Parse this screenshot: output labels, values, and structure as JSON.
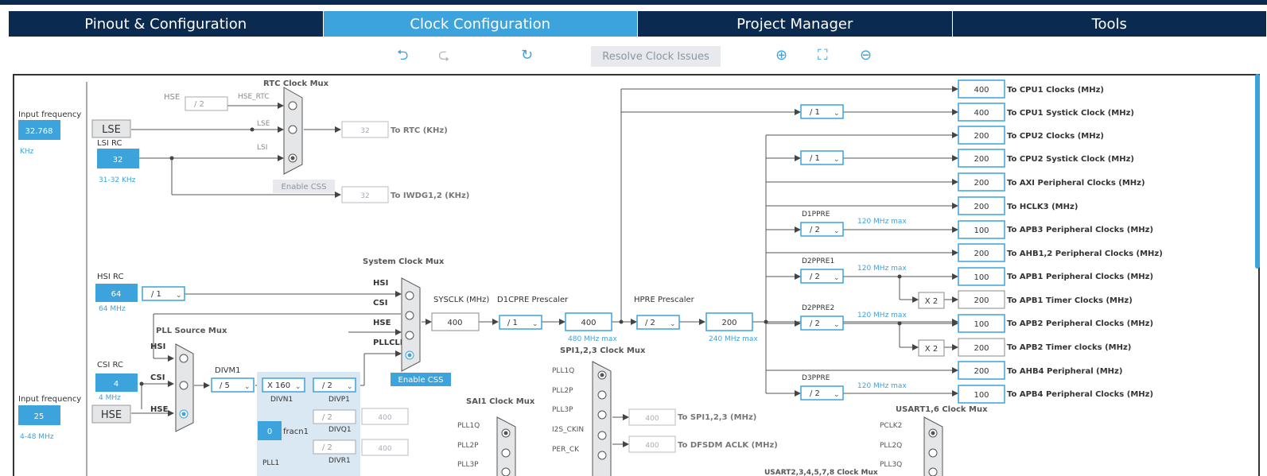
{
  "tabs": [
    {
      "label": "Pinout & Configuration"
    },
    {
      "label": "Clock Configuration"
    },
    {
      "label": "Project Manager"
    },
    {
      "label": "Tools"
    }
  ],
  "toolbar": {
    "undo_icon": "undo-icon",
    "redo_icon": "redo-icon",
    "refresh_icon": "refresh-icon",
    "resolve_label": "Resolve Clock Issues",
    "zoom_in_icon": "zoom-in-icon",
    "fit_icon": "fit-icon",
    "zoom_out_icon": "zoom-out-icon"
  },
  "colors": {
    "nav": "#0b2a50",
    "accent": "#3ca3dc",
    "disabled": "#e7e9ec"
  },
  "diagram": {
    "lse": {
      "input_label": "Input frequency",
      "value": "32.768",
      "unit": "KHz",
      "block": "LSE"
    },
    "lsi": {
      "label": "LSI RC",
      "value": "32",
      "range": "31-32 KHz"
    },
    "rtc": {
      "mux_title": "RTC Clock Mux",
      "hse": "HSE",
      "hse_div": "/ 2",
      "hse_rtc": "HSE_RTC",
      "lse": "LSE",
      "lsi": "LSI",
      "out_value": "32",
      "out_label": "To RTC (KHz)",
      "enable_css": "Enable CSS",
      "iwdg_value": "32",
      "iwdg_label": "To IWDG1,2 (KHz)"
    },
    "hsi": {
      "label": "HSI RC",
      "value": "64",
      "freq": "64 MHz",
      "div": "/ 1"
    },
    "csi": {
      "label": "CSI RC",
      "value": "4",
      "freq": "4 MHz"
    },
    "hse": {
      "input_label": "Input frequency",
      "value": "25",
      "range": "4-48 MHz",
      "block": "HSE"
    },
    "pll_src": {
      "title": "PLL Source Mux",
      "hsi": "HSI",
      "csi": "CSI",
      "hse": "HSE"
    },
    "pll": {
      "divm1_label": "DIVM1",
      "divm1": "/ 5",
      "divn1": "X 160",
      "divn1_label": "DIVN1",
      "divp1": "/ 2",
      "divp1_label": "DIVP1",
      "divq1": "/ 2",
      "divq1_label": "DIVQ1",
      "divq1_out": "400",
      "divr1": "/ 2",
      "divr1_label": "DIVR1",
      "divr1_out": "400",
      "fracn1_value": "0",
      "fracn1_label": "fracn1",
      "pll_label": "PLL1"
    },
    "sys": {
      "mux_title": "System Clock Mux",
      "hsi": "HSI",
      "csi": "CSI",
      "hse": "HSE",
      "pllclk": "PLLCLK",
      "enable_css": "Enable CSS",
      "sysclk_label": "SYSCLK (MHz)",
      "sysclk": "400",
      "d1cpre_label": "D1CPRE Prescaler",
      "d1cpre": "/ 1",
      "cpu_value": "400",
      "cpu_max": "480 MHz max",
      "hpre_label": "HPRE Prescaler",
      "hpre": "/ 2",
      "hclk": "200",
      "hclk_max": "240 MHz max"
    },
    "spi": {
      "mux_title": "SPI1,2,3 Clock Mux",
      "in1": "PLL1Q",
      "in2": "PLL2P",
      "in3": "PLL3P",
      "in4": "I2S_CKIN",
      "in5": "PER_CK",
      "out1_value": "400",
      "out1_label": "To SPI1,2,3 (MHz)",
      "out2_value": "400",
      "out2_label": "To DFSDM ACLK (MHz)",
      "usart_title": "USART2,3,4,5,7,8 Clock Mux"
    },
    "sai": {
      "mux_title": "SAI1 Clock Mux",
      "in1": "PLL1Q",
      "in2": "PLL2P",
      "in3": "PLL3P"
    },
    "usart16": {
      "mux_title": "USART1,6 Clock Mux",
      "in1": "PCLK2",
      "in2": "PLL2Q",
      "in3": "PLL3Q"
    },
    "outputs": {
      "cpu1": {
        "value": "400",
        "label": "To CPU1 Clocks (MHz)"
      },
      "cpu1_systick": {
        "div": "/ 1",
        "value": "400",
        "label": "To CPU1 Systick Clock (MHz)"
      },
      "cpu2": {
        "value": "200",
        "label": "To CPU2 Clocks (MHz)"
      },
      "cpu2_systick": {
        "div": "/ 1",
        "value": "200",
        "label": "To CPU2 Systick Clock (MHz)"
      },
      "axi": {
        "value": "200",
        "label": "To AXI Peripheral Clocks (MHz)"
      },
      "hclk3": {
        "value": "200",
        "label": "To HCLK3 (MHz)"
      },
      "apb3": {
        "prescaler": "D1PPRE",
        "div": "/ 2",
        "max": "120 MHz max",
        "value": "100",
        "label": "To APB3 Peripheral Clocks (MHz)"
      },
      "ahb12": {
        "value": "200",
        "label": "To AHB1,2 Peripheral Clocks (MHz)"
      },
      "apb1": {
        "prescaler": "D2PPRE1",
        "div": "/ 2",
        "max": "120 MHz max",
        "value": "100",
        "label": "To APB1 Peripheral Clocks (MHz)"
      },
      "apb1_timer": {
        "mult": "X 2",
        "value": "200",
        "label": "To APB1 Timer Clocks (MHz)"
      },
      "apb2": {
        "prescaler": "D2PPRE2",
        "div": "/ 2",
        "max": "120 MHz max",
        "value": "100",
        "label": "To APB2 Peripheral Clocks (MHz)"
      },
      "apb2_timer": {
        "mult": "X 2",
        "value": "200",
        "label": "To APB2 Timer clocks (MHz)"
      },
      "ahb4": {
        "value": "200",
        "label": "To AHB4 Peripheral (MHz)"
      },
      "apb4": {
        "prescaler": "D3PPRE",
        "div": "/ 2",
        "max": "120 MHz max",
        "value": "100",
        "label": "To APB4 Peripheral Clocks (MHz)"
      }
    }
  }
}
